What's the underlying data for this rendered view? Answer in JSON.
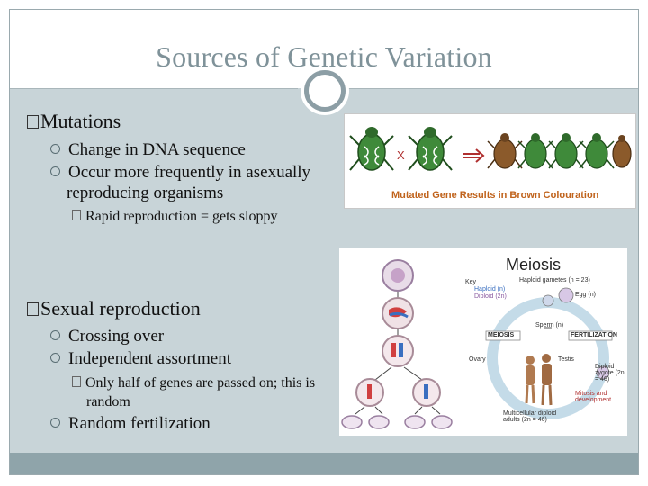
{
  "slide": {
    "title": "Sources of Genetic Variation"
  },
  "section1": {
    "heading": "Mutations",
    "bullets": [
      "Change in DNA sequence",
      "Occur more frequently in asexually reproducing organisms"
    ],
    "sub_bullet": "Rapid reproduction = gets sloppy"
  },
  "section2": {
    "heading": "Sexual reproduction",
    "bullets": [
      "Crossing over",
      "Independent assortment"
    ],
    "sub_bullet": "Only half of genes are passed on; this is random",
    "last_bullet": "Random fertilization"
  },
  "image1": {
    "symbol_x": "X",
    "caption": "Mutated Gene Results in Brown Colouration",
    "caption_color": "#c0631c",
    "beetle_green": "#3f8a3a",
    "beetle_brown": "#8b5a2b"
  },
  "image2": {
    "title": "Meiosis",
    "key_label": "Key",
    "haploid": "Haploid gametes (n = 23)",
    "haploid_short": "Haploid (n)",
    "diploid_short": "Diploid (2n)",
    "egg": "Egg (n)",
    "sperm": "Sperm (n)",
    "meiosis_box": "MEIOSIS",
    "fertilization_box": "FERTILIZATION",
    "ovary": "Ovary",
    "testis": "Testis",
    "zygote": "Diploid zygote (2n = 46)",
    "mitosis": "Mitosis and development",
    "adults": "Multicellular diploid adults (2n = 46)"
  }
}
